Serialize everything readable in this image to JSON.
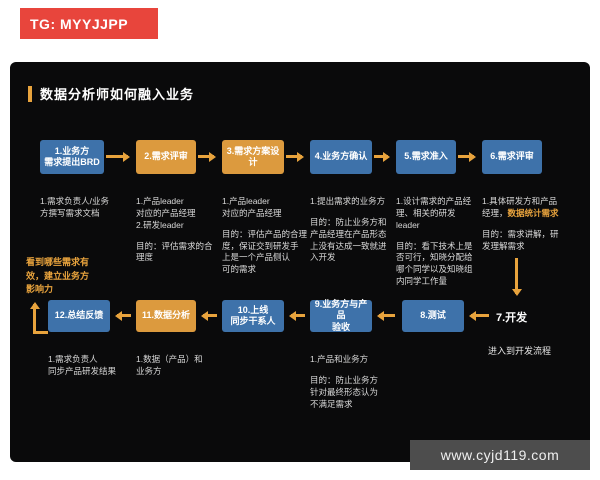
{
  "banner": {
    "label": "TG: MYYJJPP"
  },
  "board": {
    "title": "数据分析师如何融入业务",
    "side_note": "看到哪些需求有\n效，建立业务方\n影响力"
  },
  "watermark": {
    "label": "www.cyjd119.com"
  },
  "colors": {
    "blue": "#3e72aa",
    "orange": "#dc9a3e",
    "arrow": "#e8a33d",
    "canvas": "#0a0a0b",
    "banner": "#e8453c"
  },
  "nodes": {
    "n1": {
      "label": "1.业务方\n需求提出BRD",
      "note": "1.需求负责人/业务\n方撰写需求文档"
    },
    "n2": {
      "label": "2.需求评审",
      "note": "1.产品leader\n对应的产品经理\n2.研发leader",
      "goal": "目的：评估需求的合\n理度"
    },
    "n3": {
      "label": "3.需求方案设\n计",
      "note": "1.产品leader\n对应的产品经理",
      "goal": "目的：评估产品的合理\n度，保证交到研发手\n上是一个产品侧认\n可的需求"
    },
    "n4": {
      "label": "4.业务方确认",
      "note": "1.提出需求的业务方",
      "goal": "目的：防止业务方和\n产品经理在产品形态\n上没有达成一致就进\n入开发"
    },
    "n5": {
      "label": "5.需求准入",
      "note": "1.设计需求的产品经\n理、相关的研发\nleader",
      "goal": "目的：看下技术上是\n否可行，知晓分配给\n哪个同学以及知晓组\n内同学工作量"
    },
    "n6": {
      "label": "6.需求评审",
      "note_pre": "1.具体研发方和产品\n经理，",
      "note_highlight": "数据统计需求",
      "goal": "目的：需求讲解，研\n发理解需求"
    },
    "n7": {
      "label": "7.开发",
      "note": "进入到开发流程"
    },
    "n8": {
      "label": "8.测试"
    },
    "n9": {
      "label": "9.业务方与产品\n验收",
      "note": "1.产品和业务方",
      "goal": "目的：防止业务方\n针对最终形态认为\n不满足需求"
    },
    "n10": {
      "label": "10.上线\n同步干系人"
    },
    "n11": {
      "label": "11.数据分析",
      "note": "1.数据（产品）和\n业务方"
    },
    "n12": {
      "label": "12.总结反馈",
      "note": "1.需求负责人\n同步产品研发结果"
    }
  }
}
